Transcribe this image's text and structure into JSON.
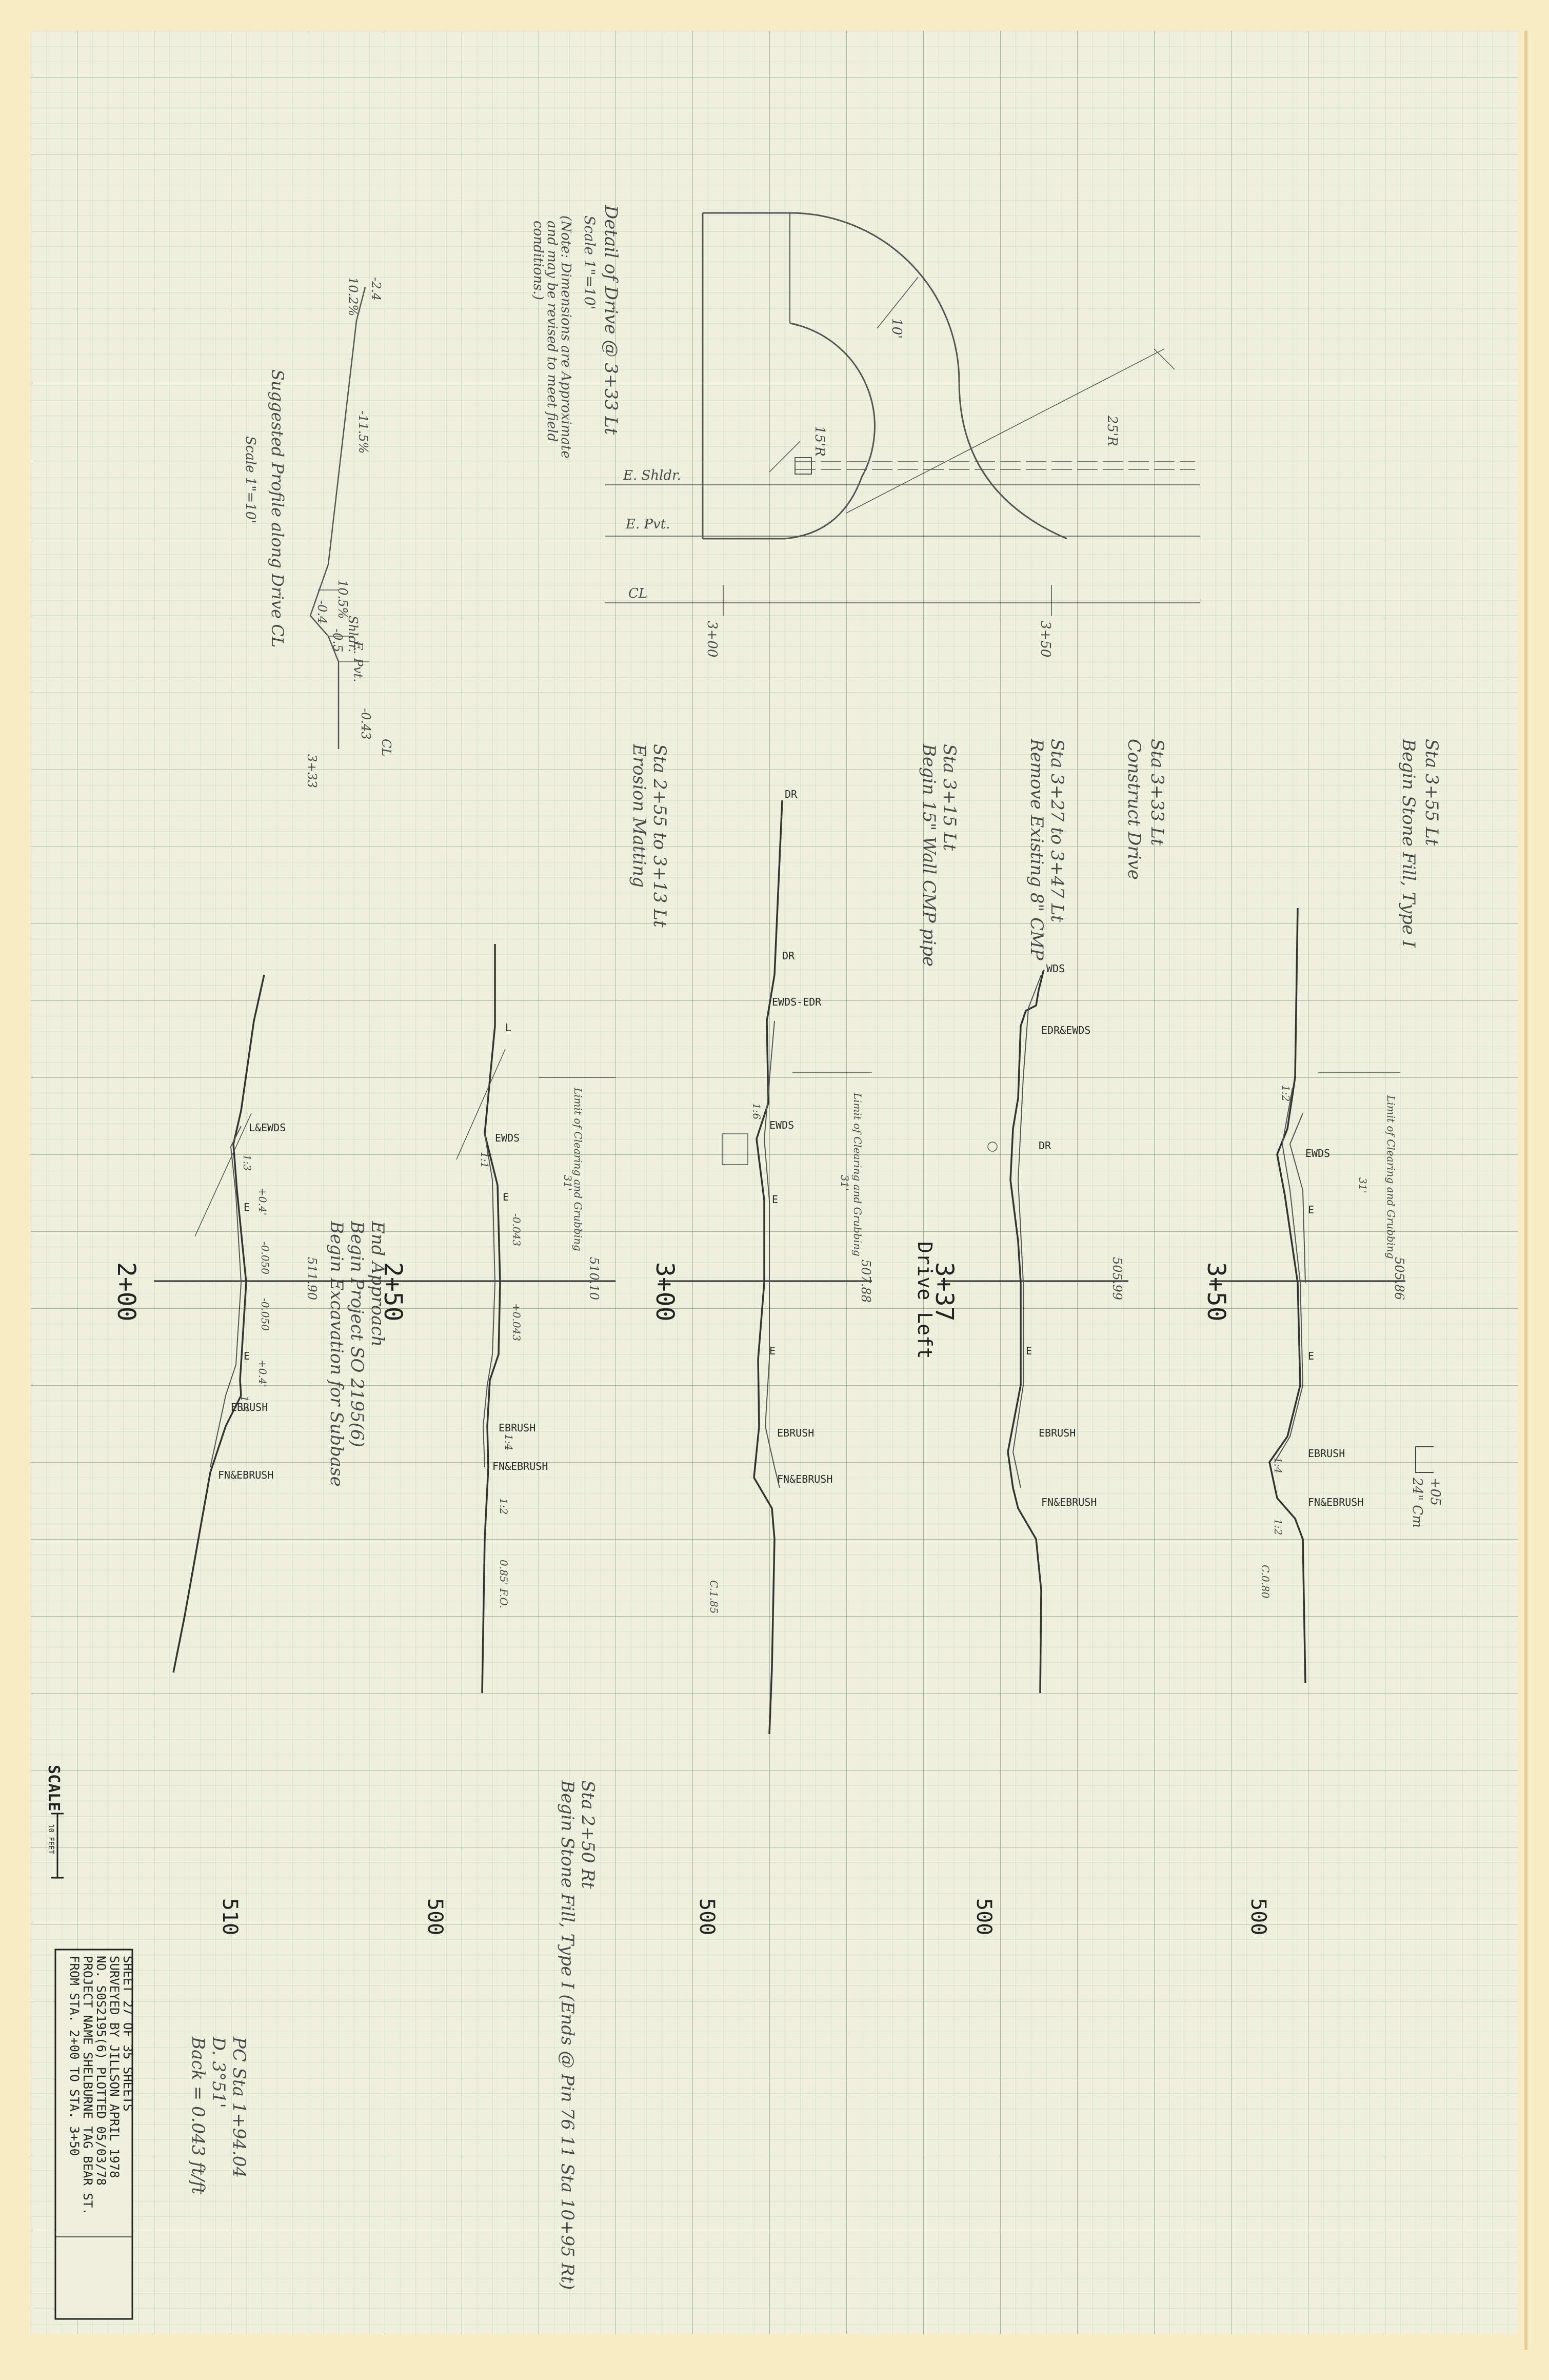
{
  "sheet": {
    "paper_color": "#eef0dd",
    "grid_color": "#b9cbb8",
    "ink_color": "#333333"
  },
  "detail": {
    "title": "Detail of Drive @ 3+33 Lt",
    "scale": "Scale 1\"=10'",
    "note1": "(Note: Dimensions are Approximate",
    "note2": "and may be revised to meet field",
    "note3": "conditions.)",
    "shldr": "E. Shldr.",
    "pvt": "E. Pvt.",
    "cl": "CL",
    "sta_300": "3+00",
    "sta_350": "3+50",
    "r15": "15'R",
    "r10": "10'",
    "r25": "25'R"
  },
  "profile": {
    "title": "Suggested Profile along Drive CL",
    "scale": "Scale 1\"=10'",
    "pct_top": "10.2%",
    "elev_top": "-2.4",
    "grade": "-11.5%",
    "pct_mid": "10.5%",
    "shldr": "Shldr.",
    "pvt": "E. Pvt.",
    "elev_a": "-0.4",
    "elev_b": "-0.5",
    "elev_c": "-0.43",
    "cl": "CL",
    "sta": "3+33"
  },
  "notes": {
    "n1": "Sta 3+55 Lt",
    "n1b": "Begin Stone Fill, Type I",
    "n2": "Sta 3+33 Lt",
    "n2b": "Construct Drive",
    "n3": "Sta 3+27 to 3+47 Lt",
    "n3b": "Remove Existing 8\" CMP",
    "n4": "Sta 3+15 Lt",
    "n4b": "Begin 15\" Wall CMP pipe",
    "n5": "Sta 2+55 to 3+13 Lt",
    "n5b": "Erosion Matting",
    "n6": "End Approach",
    "n6b": "Begin Project SO 2195(6)",
    "n6c": "Begin Excavation for Subbase",
    "n7": "Sta 2+50 Rt",
    "n7b": "Begin Stone Fill, Type I (Ends @ Pin 76 11 Sta 10+95 Rt)",
    "bm1": "PC Sta 1+94.04",
    "bm2": "D. 3°51'",
    "bm3": "Back = 0.043 ft/ft"
  },
  "sections": [
    {
      "station": "2+00",
      "elev": "510",
      "labels": [
        "L&EWDS",
        "E",
        "E",
        "EBRUSH",
        "FN&EBRUSH"
      ],
      "cl_elev": "511.90",
      "hand": [
        "-0.050",
        "-0.050",
        "+0.4'",
        "+0.4'",
        "1:3",
        "1:3"
      ]
    },
    {
      "station": "2+50",
      "elev": "500",
      "labels": [
        "L",
        "EWDS",
        "E",
        "EBRUSH",
        "FN&EBRUSH"
      ],
      "cl_elev": "510.10",
      "hand": [
        "-0.043",
        "+0.043",
        "1:1",
        "1:4",
        "1:2",
        "Limit of Clearing and Grubbing",
        "31'",
        "0.85' F.O."
      ]
    },
    {
      "station": "3+00",
      "elev": "500",
      "labels": [
        "DR",
        "DR",
        "EWDS-EDR",
        "EWDS",
        "E",
        "E",
        "EBRUSH",
        "FN&EBRUSH"
      ],
      "cl_elev": "507.88",
      "hand": [
        "1:6",
        "Limit of Clearing and Grubbing",
        "31'",
        "C.1.85"
      ]
    },
    {
      "station": "3+37",
      "elev": "500",
      "labels": [
        "WDS",
        "EDR&EWDS",
        "DR",
        "E",
        "EBRUSH",
        "FN&EBRUSH"
      ],
      "cl_elev": "505.99",
      "sub": "Drive Left",
      "hand": []
    },
    {
      "station": "3+50",
      "elev": "500",
      "labels": [
        "EWDS",
        "E",
        "E",
        "EBRUSH",
        "FN&EBRUSH"
      ],
      "cl_elev": "505.86",
      "hand": [
        "1:2",
        "Limit of Clearing and Grubbing",
        "31'",
        "1:4",
        "1:2",
        "C.0.80",
        "+05",
        "24\" Cm"
      ]
    }
  ],
  "scale_bar": {
    "label": "SCALE",
    "units": "10 FEET"
  },
  "title_block": {
    "line1": "FROM STA. 2+00          TO STA. 3+50",
    "line2": "PROJECT NAME       SHELBURNE  TAG BEAR ST.",
    "line3": "NO.    S0S2195(6)        PLOTTED 05/03/78",
    "line4": "SURVEYED BY       JILLSON         APRIL 1978",
    "line5": "SHEET 27 OF 35 SHEETS"
  }
}
